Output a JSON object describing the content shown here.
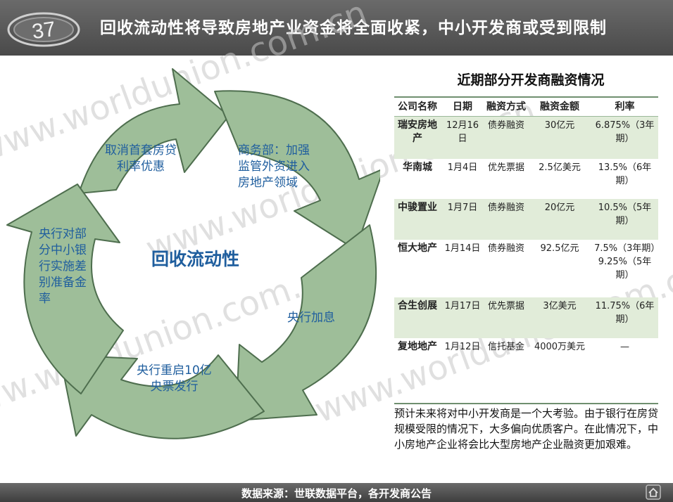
{
  "header": {
    "page_number": "37",
    "title": "回收流动性将导致房地产业资金将全面收紧，中小开发商或受到限制"
  },
  "watermark": "www.worldunion.com.cn",
  "cycle": {
    "center": "回收流动性",
    "labels": {
      "top_left": [
        "取消首套房贷",
        "利率优惠"
      ],
      "top_right": [
        "商务部：加强",
        "监管外资进入",
        "房地产领域"
      ],
      "right": [
        "央行加息"
      ],
      "bottom": [
        "央行重启10亿",
        "央票发行"
      ],
      "left": [
        "央行对部",
        "分中小银",
        "行实施差",
        "别准备金",
        "率"
      ]
    }
  },
  "table": {
    "title": "近期部分开发商融资情况",
    "headers": [
      "公司名称",
      "日期",
      "融资方式",
      "融资金额",
      "利率"
    ],
    "rows": [
      {
        "company": "瑞安房地产",
        "date": "12月16日",
        "method": "债券融资",
        "amount": "30亿元",
        "rate": "6.875%（3年期）",
        "shaded": true
      },
      {
        "company": "华南城",
        "date": "1月4日",
        "method": "优先票据",
        "amount": "2.5亿美元",
        "rate": "13.5%（6年期）",
        "shaded": false
      },
      {
        "company": "中骏置业",
        "date": "1月7日",
        "method": "债券融资",
        "amount": "20亿元",
        "rate": "10.5%（5年期）",
        "shaded": true
      },
      {
        "company": "恒大地产",
        "date": "1月14日",
        "method": "债券融资",
        "amount": "92.5亿元",
        "rate": "7.5%（3年期）9.25%（5年期）",
        "shaded": false
      },
      {
        "company": "合生创展",
        "date": "1月17日",
        "method": "优先票据",
        "amount": "3亿美元",
        "rate": "11.75%（6年期）",
        "shaded": true
      },
      {
        "company": "复地地产",
        "date": "1月12日",
        "method": "信托基金",
        "amount": "4000万美元",
        "rate": "—",
        "shaded": false
      }
    ]
  },
  "note": "预计未来将对中小开发商是一个大考验。由于银行在房贷规模受限的情况下，大多偏向优质客户。在此情况下，中小房地产企业将会比大型房地产企业融资更加艰难。",
  "footer": {
    "source": "数据来源：世联数据平台，各开发商公告"
  },
  "colors": {
    "arrow_fill": "#9ebe99",
    "arrow_stroke": "#4e6e4e",
    "label_blue": "#1f5e9e",
    "row_shade": "#e1ecd9",
    "header_bar": "#555555"
  }
}
